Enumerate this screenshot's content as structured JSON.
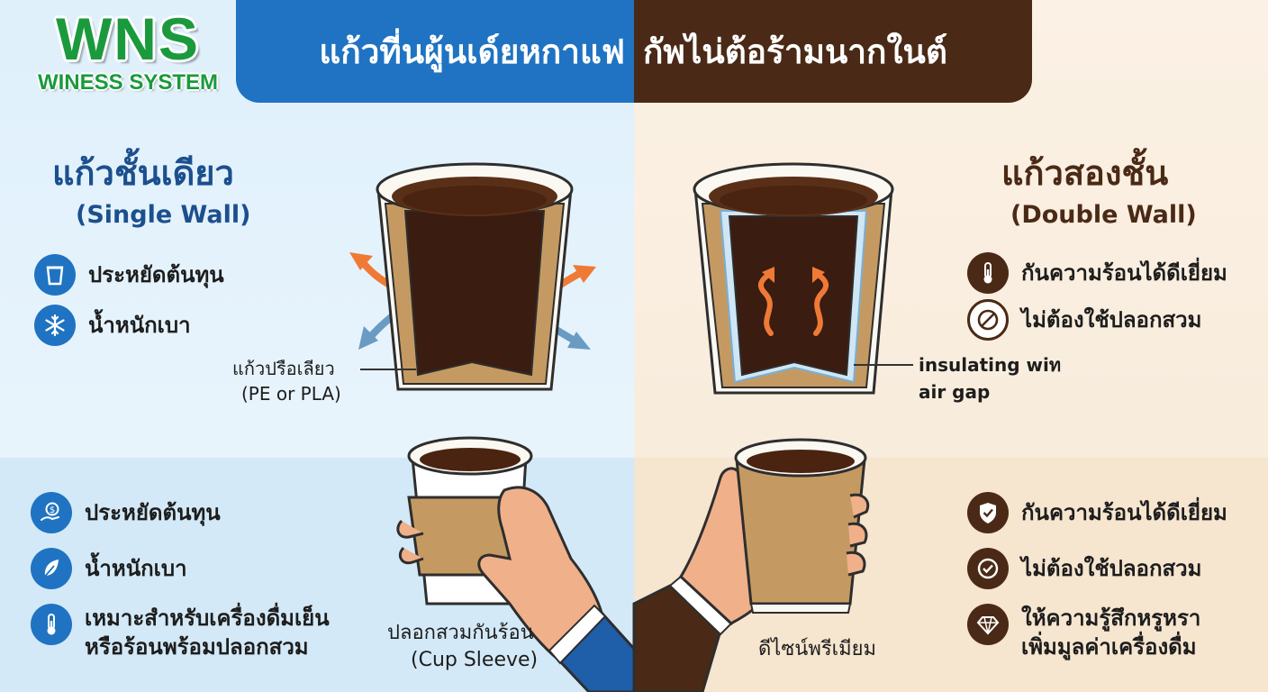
{
  "logo": {
    "main": "WNS",
    "sub": "WINESS SYSTEM"
  },
  "banner": {
    "left": "แก้วที่นผู้นเด์ยหกาแฟ",
    "right": "กัพไน่ต้อร้ามนากในต์"
  },
  "single": {
    "title": "แก้วชั้นเดียว",
    "subtitle": "(Single Wall)",
    "features_top": [
      "ประหยัดต้นทุน",
      "น้ำหนักเบา"
    ],
    "coating_label": [
      "แก้วปรือเลียว",
      "(PE or PLA)"
    ],
    "features_bottom": [
      "ประหยัดต้นทุน",
      "น้ำหนักเบา",
      "เหมาะสำหรับเครื่องดื่มเย็น",
      "หรือร้อนพร้อมปลอกสวม"
    ],
    "sleeve_label": [
      "ปลอกสวมกันร้อน",
      "(Cup Sleeve)"
    ]
  },
  "double": {
    "title": "แก้วสองชั้น",
    "subtitle": "(Double Wall)",
    "features_top": [
      "กันความร้อนได้ดีเยี่ยม",
      "ไม่ต้องใช้ปลอกสวม"
    ],
    "gap_label": [
      "insulating wiท",
      "air gap"
    ],
    "features_bottom": [
      "กันความร้อนได้ดีเยี่ยม",
      "ไม่ต้องใช้ปลอกสวม",
      "ให้ความรู้สึกหรูหรา",
      "เพิ่มมูลค่าเครื่องดื่ม"
    ],
    "premium_label": "ดีไซน์พรีเมียม"
  },
  "colors": {
    "blue": "#1f73c2",
    "brown": "#4a2a16",
    "coffee": "#3a1c10",
    "kraft": "#c59a62"
  },
  "icons": {
    "single_top": [
      "cup-icon",
      "snowflake-icon"
    ],
    "single_bottom": [
      "coin-hand-icon",
      "feather-icon",
      "thermometer-icon"
    ],
    "double_top": [
      "thermometer-icon",
      "no-sign-icon"
    ],
    "double_bottom": [
      "shield-check-icon",
      "check-circle-icon",
      "diamond-icon"
    ]
  }
}
